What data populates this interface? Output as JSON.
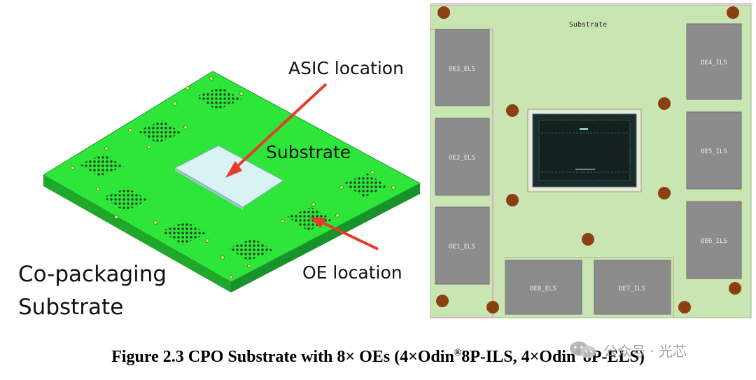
{
  "left": {
    "title": "Co-packaging",
    "subtitle": "Substrate",
    "labels": {
      "asic": "ASIC location",
      "substrate": "Substrate",
      "oe": "OE location"
    }
  },
  "right": {
    "substrate_label": "Substrate",
    "modules": [
      {
        "id": "oe3",
        "label": "OE3_ELS"
      },
      {
        "id": "oe2",
        "label": "OE2_ELS"
      },
      {
        "id": "oe1",
        "label": "OE1_ELS"
      },
      {
        "id": "oe4",
        "label": "OE4_ILS"
      },
      {
        "id": "oe5",
        "label": "OE5_ILS"
      },
      {
        "id": "oe6",
        "label": "OE6_ILS"
      },
      {
        "id": "oe0",
        "label": "OE0_ELS"
      },
      {
        "id": "oe7",
        "label": "OE7_ILS"
      }
    ]
  },
  "caption": {
    "part1": "Figure 2.3 CPO Substrate with 8× OEs (4×Odin",
    "reg": "®",
    "part2": "8P-ILS, 4×Odin",
    "part3": "8P-ELS)"
  },
  "watermark": "公众号 · 光芯",
  "colors": {
    "substrate_green": "#2ee63a",
    "substrate_edge": "#1a9e25",
    "asic_fill": "#d9f2f3",
    "arrow_red": "#e53b2a",
    "layout_bg": "#c9e6b2",
    "module_gray": "#8c8c8c",
    "pad_brown": "#8b3f12",
    "die_dark": "#1d2a2a"
  }
}
